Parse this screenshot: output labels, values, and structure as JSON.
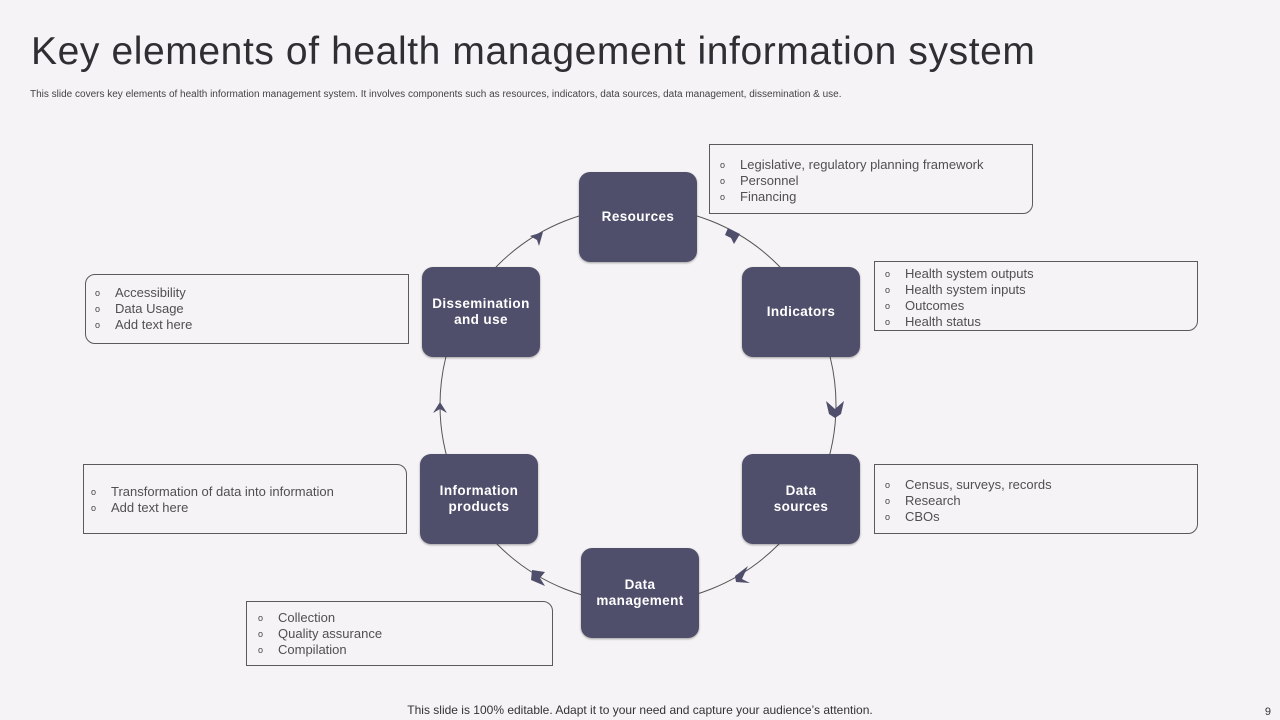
{
  "title": "Key elements of health management information system",
  "subtitle": "This slide covers key elements of health information management system. It involves components such as resources, indicators, data sources, data management, dissemination & use.",
  "bullet_glyph": "o",
  "nodes": {
    "resources": "Resources",
    "indicators": "Indicators",
    "data_sources": "Data sources",
    "data_management": "Data management",
    "information_products": "Information products",
    "dissemination": "Dissemination and use"
  },
  "boxes": {
    "resources": [
      "Legislative, regulatory planning framework",
      "Personnel",
      "Financing"
    ],
    "indicators": [
      "Health system outputs",
      "Health system inputs",
      "Outcomes",
      "Health status"
    ],
    "data_sources": [
      "Census, surveys, records",
      "Research",
      "CBOs"
    ],
    "data_management": [
      "Collection",
      "Quality assurance",
      "Compilation"
    ],
    "information_products": [
      "Transformation  of data into information",
      "Add text here"
    ],
    "dissemination": [
      "Accessibility",
      "Data Usage",
      "Add text here"
    ]
  },
  "footer": "This slide is 100% editable. Adapt it to your need and capture your audience’s attention.",
  "page_number": "9",
  "colors": {
    "node": "#4f4e6b",
    "background": "#f5f3f5",
    "ring": "#555555"
  }
}
